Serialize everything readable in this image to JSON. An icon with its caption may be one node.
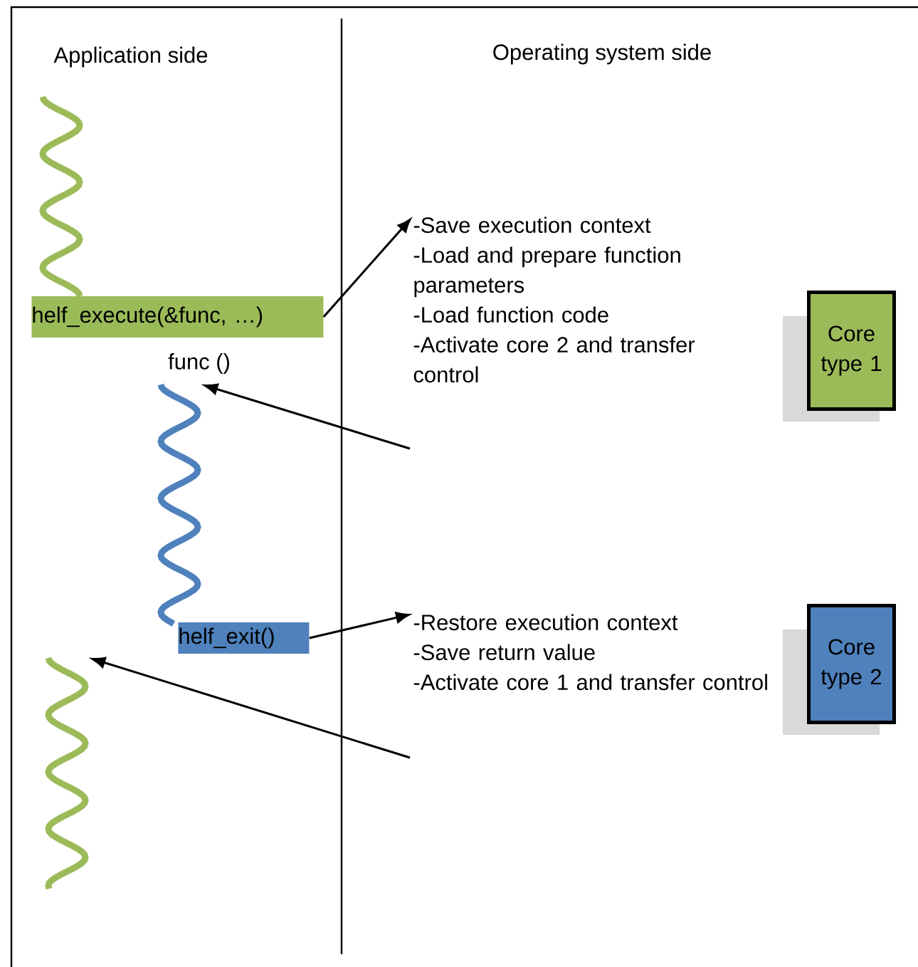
{
  "diagram": {
    "nodes": [
      {
        "text": [],
        "shape": "wave"
      },
      {
        "text": [
          "helf_execute(&func, …)"
        ]
      },
      {
        "text": [
          "-Save execution context",
          "-Load and prepare function parameters",
          "-Load function code",
          "-Activate core 2 and transfer control"
        ]
      },
      {
        "text": [],
        "shape": "wave",
        "beside": [
          "func ()"
        ]
      },
      {
        "text": [
          "helf_exit()"
        ]
      },
      {
        "text": [
          "-Restore execution context",
          "-Save return value",
          "-Activate core 1 and transfer control"
        ]
      },
      {
        "text": [],
        "shape": "wave"
      },
      {
        "text": [
          "Core type 1"
        ]
      },
      {
        "text": [
          "Core type 2"
        ]
      }
    ],
    "edges": [
      {
        "from": 1,
        "to": 2,
        "arrow": "to"
      },
      {
        "from": null,
        "to": 3,
        "arrow": "to"
      },
      {
        "from": 4,
        "to": 5,
        "arrow": "to"
      },
      {
        "from": null,
        "to": 6,
        "arrow": "to"
      }
    ],
    "labels": [
      "Application side",
      "Operating system side"
    ]
  }
}
